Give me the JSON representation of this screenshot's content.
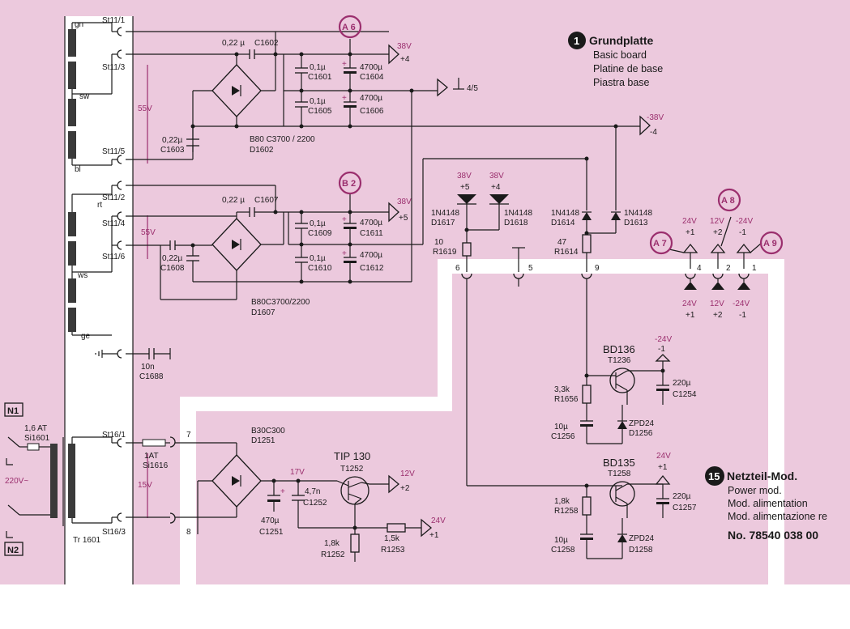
{
  "colors": {
    "board_background": "#ecc9dd",
    "paper": "#ffffff",
    "accent_magenta": "#9b2f6e",
    "ink": "#1a1a1a"
  },
  "board1": {
    "number": "1",
    "title": "Grundplatte",
    "subtitles": [
      "Basic board",
      "Platine de base",
      "Piastra base"
    ]
  },
  "board15": {
    "number": "15",
    "title": "Netzteil-Mod.",
    "subtitles": [
      "Power mod.",
      "Mod. alimentation",
      "Mod. alimentazione re"
    ],
    "part_number": "No. 78540 038 00"
  },
  "badges": {
    "a6": "A 6",
    "b2": "B 2",
    "a7": "A 7",
    "a8": "A 8",
    "a9": "A 9"
  },
  "transformer": {
    "label": "Tr 1601",
    "taps": {
      "gn": "gn",
      "sw": "sw",
      "bl": "bl",
      "rt": "rt",
      "ws": "ws",
      "ge": "ge"
    },
    "voltage_upper": "55V",
    "voltage_middle": "55V",
    "voltage_lower": "15V"
  },
  "connectors": {
    "st11_1": "St11/1",
    "st11_3": "St11/3",
    "st11_5": "St11/5",
    "st11_2": "St11/2",
    "st11_4": "St11/4",
    "st11_6": "St11/6",
    "st16_1": "St16/1",
    "st16_3": "St16/3"
  },
  "mains": {
    "n1": "N1",
    "n2": "N2",
    "voltage": "220V~",
    "fuse_value": "1,6 AT",
    "fuse_ref": "Si1601"
  },
  "supply1": {
    "c1602": {
      "value": "0,22 µ",
      "ref": "C1602"
    },
    "c1601": {
      "value": "0,1µ",
      "ref": "C1601"
    },
    "c1604": {
      "value": "4700µ",
      "ref": "C1604"
    },
    "c1605": {
      "value": "0,1µ",
      "ref": "C1605"
    },
    "c1606": {
      "value": "4700µ",
      "ref": "C1606"
    },
    "c1603": {
      "value": "0,22µ",
      "ref": "C1603"
    },
    "bridge": {
      "type": "B80 C3700 / 2200",
      "ref": "D1602"
    },
    "out_pos_voltage": "38V",
    "out_pos_pin": "+4",
    "ground_pin": "4/5",
    "out_neg_voltage": "-38V",
    "out_neg_pin": "-4"
  },
  "supply2": {
    "c1607": {
      "value": "0,22 µ",
      "ref": "C1607"
    },
    "c1609": {
      "value": "0,1µ",
      "ref": "C1609"
    },
    "c1611": {
      "value": "4700µ",
      "ref": "C1611"
    },
    "c1610": {
      "value": "0,1µ",
      "ref": "C1610"
    },
    "c1612": {
      "value": "4700µ",
      "ref": "C1612"
    },
    "c1608": {
      "value": "0,22µ",
      "ref": "C1608"
    },
    "bridge": {
      "type": "B80C3700/2200",
      "ref": "D1607"
    },
    "out_pos_voltage": "38V",
    "out_pos_pin": "+5"
  },
  "c1688": {
    "value": "10n",
    "ref": "C1688"
  },
  "diodes": {
    "d1617": {
      "type": "1N4148",
      "ref": "D1617"
    },
    "d1618": {
      "type": "1N4148",
      "ref": "D1618"
    },
    "d1614": {
      "type": "1N4148",
      "ref": "D1614"
    },
    "d1613": {
      "type": "1N4148",
      "ref": "D1613"
    },
    "d1617_supply": {
      "voltage": "38V",
      "pin": "+5"
    },
    "d1618_supply": {
      "voltage": "38V",
      "pin": "+4"
    }
  },
  "resistors": {
    "r1619": {
      "value": "10",
      "ref": "R1619"
    },
    "r1614": {
      "value": "47",
      "ref": "R1614"
    }
  },
  "pins": {
    "p6": "6",
    "p5": "5",
    "p9": "9",
    "p4": "4",
    "p2": "2",
    "p1": "1",
    "p7": "7",
    "p8": "8"
  },
  "rails_top": [
    {
      "voltage": "24V",
      "pin": "+1"
    },
    {
      "voltage": "12V",
      "pin": "+2"
    },
    {
      "voltage": "-24V",
      "pin": "-1"
    }
  ],
  "rails_bottom": [
    {
      "voltage": "24V",
      "pin": "+1"
    },
    {
      "voltage": "12V",
      "pin": "+2"
    },
    {
      "voltage": "-24V",
      "pin": "-1"
    }
  ],
  "power_module": {
    "t1236": {
      "type": "BD136",
      "ref": "T1236"
    },
    "t1236_supply": {
      "voltage": "-24V",
      "pin": "-1"
    },
    "r1656": {
      "value": "3,3k",
      "ref": "R1656"
    },
    "c1254": {
      "value": "220µ",
      "ref": "C1254"
    },
    "c1256": {
      "value": "10µ",
      "ref": "C1256"
    },
    "d1256": {
      "type": "ZPD24",
      "ref": "D1256"
    },
    "t1258": {
      "type": "BD135",
      "ref": "T1258"
    },
    "t1258_supply": {
      "voltage": "24V",
      "pin": "+1"
    },
    "r1258": {
      "value": "1,8k",
      "ref": "R1258"
    },
    "c1257": {
      "value": "220µ",
      "ref": "C1257"
    },
    "c1258": {
      "value": "10µ",
      "ref": "C1258"
    },
    "d1258": {
      "type": "ZPD24",
      "ref": "D1258"
    },
    "fuse_value": "1AT",
    "fuse_ref": "Si1616",
    "bridge": {
      "type": "B30C300",
      "ref": "D1251"
    },
    "v17": "17V",
    "c1251": {
      "value": "470µ",
      "ref": "C1251"
    },
    "c1252": {
      "value": "4,7n",
      "ref": "C1252"
    },
    "t1252": {
      "type": "TIP 130",
      "ref": "T1252"
    },
    "out12": {
      "voltage": "12V",
      "pin": "+2"
    },
    "r1252": {
      "value": "1,8k",
      "ref": "R1252"
    },
    "r1253": {
      "value": "1,5k",
      "ref": "R1253"
    },
    "out24": {
      "voltage": "24V",
      "pin": "+1"
    }
  }
}
